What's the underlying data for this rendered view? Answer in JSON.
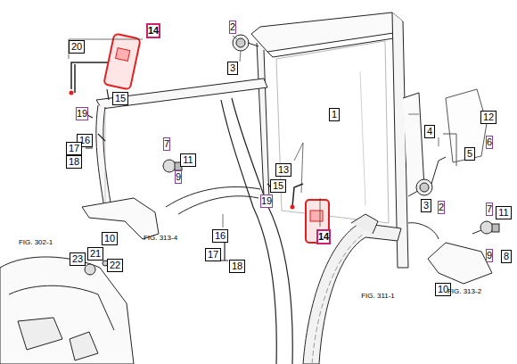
{
  "diagram": {
    "labels": [
      "14",
      "20",
      "15",
      "19",
      "16",
      "17",
      "18",
      "2",
      "3",
      "1",
      "13",
      "7",
      "11",
      "9",
      "15",
      "19",
      "14",
      "16",
      "17",
      "18",
      "10",
      "21",
      "23",
      "22",
      "4",
      "12",
      "6",
      "5",
      "3",
      "2",
      "7",
      "11",
      "9",
      "8",
      "10",
      "FIG. 302-1",
      "FIG. 313-4",
      "FIG. 311-1",
      "FIG. 313-2"
    ]
  }
}
